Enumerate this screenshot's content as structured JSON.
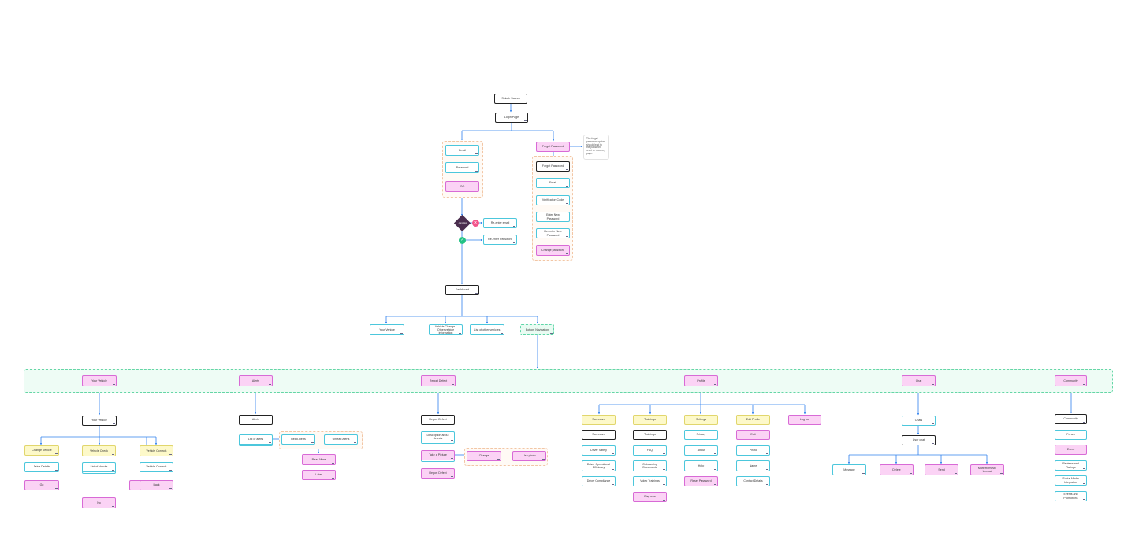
{
  "nodes": {
    "splash": "Splash Screen",
    "login": "Login Page",
    "email": "Email",
    "password": "Password",
    "go": "GO",
    "forgot_password": "Forget Password",
    "note": "The forget password option should lead to the password reset or recovery page.",
    "fp_forgot": "Forget Password",
    "fp_email": "Email",
    "fp_code": "Verification Code",
    "fp_new": "Enter New Password",
    "fp_reenter": "Re-enter New Password",
    "fp_change": "Change password",
    "decision": "condition",
    "reenter_email": "Re-enter email",
    "reenter_password": "Re-enter Password",
    "dashboard": "Dashboard",
    "your_vehicle_top": "Your Vehicle",
    "vehicle_change": "Vehicle Change / Other vehicle information",
    "list_other_vehicles": "List of other vehicles",
    "bottom_navigation": "Bottom Navigation",
    "nav_your_vehicle": "Your Vehicle",
    "nav_alerts": "Alerts",
    "nav_report_defect": "Report Defect",
    "nav_profile": "Profile",
    "nav_chat": "Chat",
    "nav_community": "Community",
    "yv_your_vehicle": "Your Vehicle",
    "yv_change_vehicle": "Change Vehicle",
    "yv_vehicle_check": "Vehicle Check",
    "yv_vehicle_controls": "Vehicle Controls",
    "yv_drive_details": "Drive Details",
    "yv_list_checks": "List of checks",
    "yv_vehicle_controls_2": "Vehicle Controls",
    "yv_go": "Go",
    "yv_back": "Back",
    "yv_no": "No",
    "al_alerts": "Alerts",
    "al_list_alerts": "List of alerts",
    "al_read_alerts": "Read Alerts",
    "al_unread_alerts": "Unread Alerts",
    "al_read_more": "Read More",
    "al_later": "Later",
    "rd_report_defect": "Report Defect",
    "rd_description": "Description about defects",
    "rd_take_picture": "Take a Picture",
    "rd_change": "Change",
    "rd_use_photo": "Use photo",
    "rd_report_defect_2": "Report Defect",
    "pf_scorecard": "Scorecard",
    "pf_trainings": "Trainings",
    "pf_settings": "Settings",
    "pf_edit_profile": "Edit Profile",
    "pf_logout": "Log out",
    "pf_scorecard_2": "Scorecard",
    "pf_driver_safety": "Driver Safety",
    "pf_driver_efficiency": "Driver Operational Efficiency",
    "pf_driver_compliance": "Driver Compliance",
    "pf_trainings_2": "Trainings",
    "pf_faq": "FAQ",
    "pf_onboarding_documents": "Onboarding Documents",
    "pf_video_trainings": "Video Trainings",
    "pf_play_now": "Play now",
    "pf_privacy": "Privacy",
    "pf_about": "About",
    "pf_help": "Help",
    "pf_reset_password": "Reset Password",
    "pf_edit": "Edit",
    "pf_photo": "Photo",
    "pf_name": "Name",
    "pf_contact_details": "Contact Details",
    "ch_chats": "Chats",
    "ch_user_chat": "User chat",
    "ch_message": "Message",
    "ch_delete": "Delete",
    "ch_send": "Send",
    "ch_mark_unread": "Mark/Remove/ Unread",
    "cm_community": "Community",
    "cm_community_2": "Community",
    "cm_forum": "Forum",
    "cm_event": "Event",
    "cm_reviews": "Reviews and Ratings",
    "cm_social_media": "Social Media Integration",
    "cm_events_promotions": "Events and Promotions"
  },
  "icons": {
    "fail_marker": "x",
    "success_marker": "✓"
  },
  "colors": {
    "connector": "#2f80ed",
    "cyan_border": "#4cc7dc",
    "pink_fill": "#fbd3f5",
    "yellow_fill": "#fdf9c9",
    "decision": "#4a2d4e"
  }
}
